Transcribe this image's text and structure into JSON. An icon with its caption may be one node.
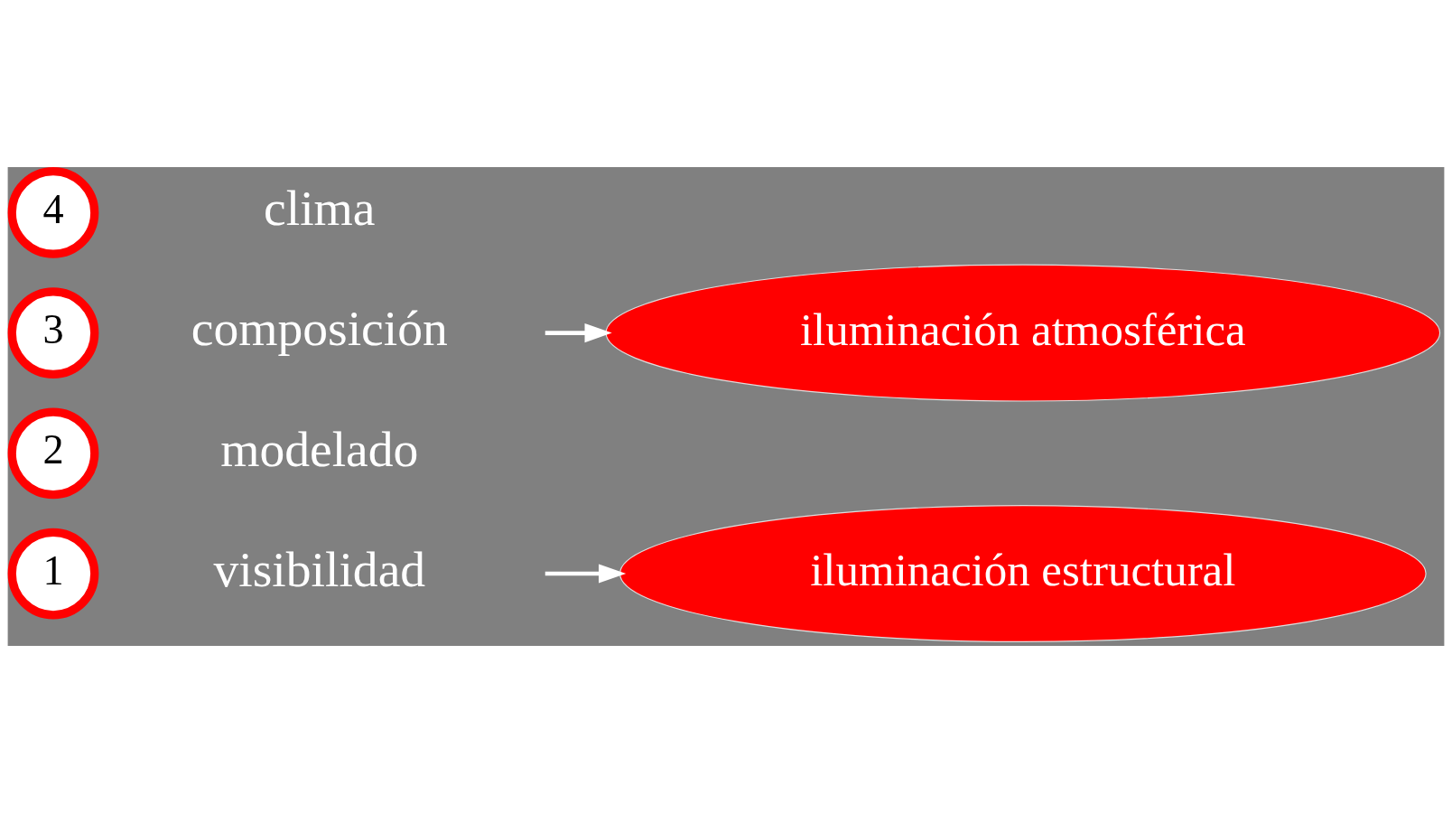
{
  "diagram": {
    "nodes": [
      {
        "text": [
          "1"
        ],
        "beside": [
          "visibilidad"
        ]
      },
      {
        "text": [
          "2"
        ],
        "beside": [
          "modelado"
        ]
      },
      {
        "text": [
          "3"
        ],
        "beside": [
          "composición"
        ]
      },
      {
        "text": [
          "4"
        ],
        "beside": [
          "clima"
        ]
      },
      {
        "text": [
          "iluminación estructural"
        ]
      },
      {
        "text": [
          "iluminación atmosférica"
        ]
      }
    ],
    "edges": [
      {
        "from": null,
        "to": 4,
        "arrow": "to"
      },
      {
        "from": null,
        "to": 5,
        "arrow": "to"
      }
    ]
  }
}
